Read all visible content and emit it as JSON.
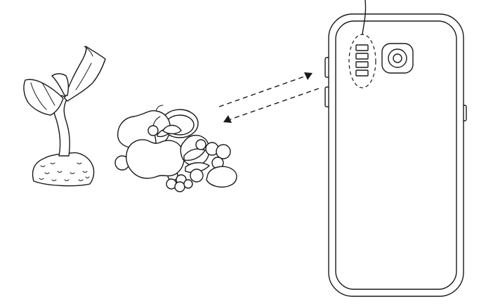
{
  "figure": {
    "subjects": [
      "plant",
      "fruit-pile",
      "smartphone"
    ],
    "ink_color": "#1a1a1a",
    "background_color": "#ffffff",
    "signal_arrows": [
      {
        "direction": "toward-phone",
        "style": "dashed"
      },
      {
        "direction": "toward-objects",
        "style": "dashed"
      }
    ],
    "phone_sensor": {
      "window_count": 4,
      "highlight": "dashed-ellipse"
    }
  }
}
